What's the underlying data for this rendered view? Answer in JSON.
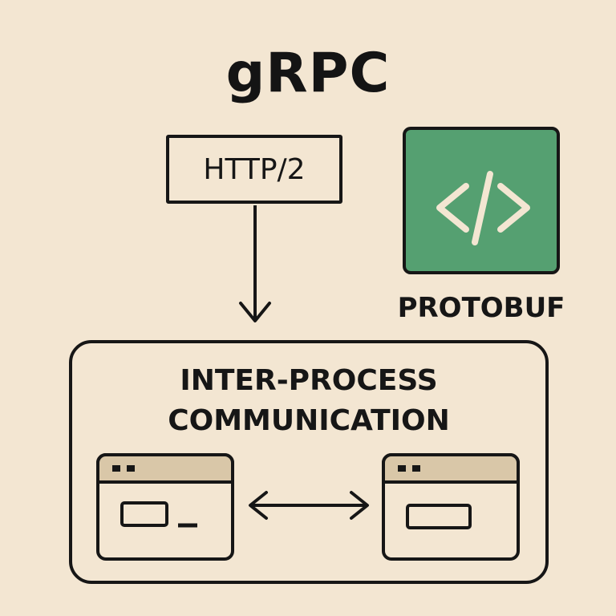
{
  "diagram": {
    "title": "gRPC",
    "transport": {
      "label": "HTTP/2"
    },
    "serialization": {
      "label": "PROTOBUF",
      "icon": "code-icon",
      "color": "#55a071"
    },
    "ipc": {
      "title_line1": "INTER-PROCESS",
      "title_line2": "COMMUNICATION",
      "window_color": "#d9c7a8"
    }
  }
}
